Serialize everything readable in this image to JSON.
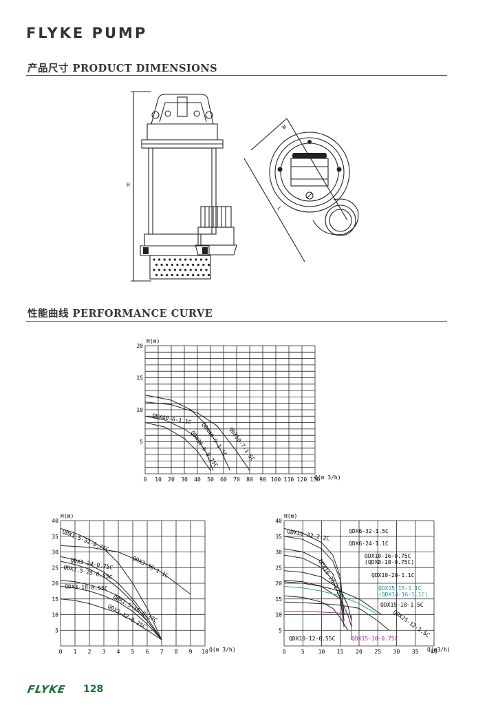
{
  "header": {
    "brand": "FLYKE PUMP"
  },
  "sections": {
    "dimensions": {
      "title": "产品尺寸  PRODUCT DIMENSIONS",
      "label_h": "H",
      "label_w": "W",
      "label_l": "L"
    },
    "performance": {
      "title": "性能曲线  PERFORMANCE CURVE"
    }
  },
  "footer": {
    "logo": "FLYKE",
    "page": "128"
  },
  "colors": {
    "accent": "#1a6e2e",
    "cyan": "#1f9aa6",
    "magenta": "#a0288c"
  },
  "chart_data": [
    {
      "type": "line",
      "x_ticks": [
        "0",
        "10",
        "20",
        "30",
        "40",
        "50",
        "60",
        "70",
        "80",
        "90",
        "100",
        "110",
        "120",
        "130"
      ],
      "x_unit": "Q(m 3/h)",
      "y_ticks": [
        "5",
        "10",
        "15",
        "20"
      ],
      "ylabel": "H(m)",
      "xlim": [
        0,
        130
      ],
      "ylim": [
        0,
        20
      ],
      "grid": true,
      "series": [
        {
          "name": "QDX40-6-1.1C",
          "x": [
            0,
            15,
            30,
            40,
            47,
            52
          ],
          "y": [
            9,
            8.4,
            7,
            5.5,
            3.2,
            0.5
          ]
        },
        {
          "name": "QDX40-9-1.5C",
          "x": [
            0,
            20,
            35,
            45,
            57,
            65
          ],
          "y": [
            12.3,
            11.5,
            10,
            8,
            4,
            0.5
          ]
        },
        {
          "name": "QDX30-6-0.75C",
          "x": [
            0,
            15,
            30,
            40,
            45,
            50
          ],
          "y": [
            8,
            7.3,
            5.5,
            3.5,
            2,
            0.5
          ]
        },
        {
          "name": "QDX50-7-1.5C",
          "x": [
            0,
            20,
            40,
            55,
            70,
            80
          ],
          "y": [
            11.2,
            10.8,
            9.5,
            7.5,
            3.5,
            0.5
          ]
        }
      ],
      "labels": [
        "QDX40-6-1.1C",
        "QDX40-9-1.5C",
        "QDX30-6-0.75C",
        "QDX50-7-1.5C"
      ]
    },
    {
      "type": "line",
      "x_ticks": [
        "0",
        "1",
        "2",
        "3",
        "4",
        "5",
        "6",
        "7",
        "8",
        "9",
        "10"
      ],
      "x_unit": "Q(m 3/h)",
      "y_ticks": [
        "5",
        "10",
        "15",
        "20",
        "25",
        "30",
        "35",
        "40"
      ],
      "ylabel": "H(m)",
      "xlim": [
        0,
        10
      ],
      "ylim": [
        0,
        40
      ],
      "grid": true,
      "series": [
        {
          "name": "QDX1.5-32-0.75C",
          "x": [
            0,
            1,
            2,
            3,
            4,
            5,
            6,
            7
          ],
          "y": [
            37.5,
            36,
            34,
            31,
            26.5,
            20,
            12,
            2
          ]
        },
        {
          "name": "QDX3-24-0.75C",
          "x": [
            0,
            1,
            2,
            3,
            4,
            5,
            6,
            7
          ],
          "y": [
            28.5,
            27.5,
            26,
            23.5,
            20,
            15,
            9,
            2
          ]
        },
        {
          "name": "QDX1.5-25-0.55C",
          "x": [
            0,
            1,
            2,
            3,
            4,
            5,
            6,
            7
          ],
          "y": [
            27,
            26,
            24.5,
            22,
            18.5,
            14,
            8,
            2
          ]
        },
        {
          "name": "QDX3-18-0.55C",
          "x": [
            0,
            1,
            2,
            3,
            4,
            5,
            6,
            7
          ],
          "y": [
            21,
            20.5,
            19.5,
            18,
            16,
            12.5,
            8,
            2
          ]
        },
        {
          "name": "QDX1.5-16-0.37C",
          "x": [
            0,
            1,
            2,
            3,
            4,
            5,
            6,
            7
          ],
          "y": [
            19,
            18.5,
            17.5,
            16,
            14,
            11,
            7,
            2
          ]
        },
        {
          "name": "QDX3-12-0.25C",
          "x": [
            0,
            1,
            2,
            3,
            4,
            5,
            6,
            7
          ],
          "y": [
            15,
            14.5,
            13.5,
            12,
            10.5,
            8,
            5,
            2
          ]
        },
        {
          "name": "QDX3-30-1.1C",
          "x": [
            0,
            2,
            4,
            6,
            7,
            8,
            9
          ],
          "y": [
            32,
            31.5,
            30,
            26,
            23.5,
            20,
            16.5
          ]
        }
      ],
      "labels": [
        "QDX1.5-32-0.75C",
        "QDX3-24-0.75C",
        "QDX1.5-25-0.55C",
        "QDX3-18-0.55C",
        "QDX1.5-16-0.37C",
        "QDX3-12-0.25C",
        "QDX3-30-1.1C"
      ]
    },
    {
      "type": "line",
      "x_ticks": [
        "0",
        "5",
        "10",
        "15",
        "20",
        "25",
        "30",
        "35",
        "40"
      ],
      "x_unit": "Q(m3/h)",
      "y_ticks": [
        "5",
        "10",
        "15",
        "20",
        "25",
        "30",
        "35",
        "40"
      ],
      "ylabel": "H(m)",
      "xlim": [
        0,
        40
      ],
      "ylim": [
        0,
        40
      ],
      "grid": true,
      "series": [
        {
          "name": "QDX10-32-2.2C",
          "x": [
            0,
            5,
            10,
            13,
            15,
            16
          ],
          "y": [
            37.5,
            36,
            33,
            29,
            22,
            10
          ]
        },
        {
          "name": "QDX6-32-1.5C",
          "x": [
            0,
            5,
            10,
            13,
            15,
            16
          ],
          "y": [
            35,
            34,
            31,
            27,
            21,
            10
          ]
        },
        {
          "name": "QDX6-24-1.1C",
          "x": [
            0,
            5,
            10,
            13,
            15,
            16
          ],
          "y": [
            31,
            30,
            27,
            23,
            17,
            8
          ]
        },
        {
          "name": "QDX10-26-1.5C",
          "x": [
            0,
            5,
            10,
            13,
            15,
            16
          ],
          "y": [
            29,
            28,
            25,
            21,
            15,
            6
          ]
        },
        {
          "name": "QDX10-16-0.75C",
          "x": [
            0,
            5,
            10,
            15,
            17,
            18
          ],
          "y": [
            21,
            20.5,
            19,
            15,
            10,
            6
          ]
        },
        {
          "name": "QDX10-20-1.1C",
          "x": [
            0,
            5,
            10,
            15,
            17,
            18
          ],
          "y": [
            24,
            23.5,
            22,
            18,
            13,
            8
          ]
        },
        {
          "name": "QDX15-15-1.1C",
          "x": [
            0,
            5,
            10,
            15,
            20,
            25
          ],
          "y": [
            19,
            18.5,
            17.5,
            16,
            13.5,
            10
          ]
        },
        {
          "name": "QDX15-18-1.5C",
          "x": [
            0,
            5,
            10,
            15,
            20,
            26
          ],
          "y": [
            20.5,
            20,
            19,
            17.5,
            15,
            10
          ]
        },
        {
          "name": "QDX25-12-1.5C",
          "x": [
            0,
            5,
            10,
            15,
            20,
            25,
            28
          ],
          "y": [
            14,
            13.8,
            13.5,
            13,
            12,
            8,
            5
          ]
        },
        {
          "name": "QDX10-12-0.55C",
          "x": [
            0,
            5,
            10,
            13,
            15,
            17
          ],
          "y": [
            16,
            15.5,
            14,
            12,
            9,
            5
          ]
        },
        {
          "name": "QDX15-10-0.75C",
          "x": [
            0,
            5,
            10,
            15,
            18,
            18
          ],
          "y": [
            11,
            11,
            10.8,
            10.5,
            10,
            2
          ]
        }
      ],
      "labels": {
        "l1": "QDX10-32-2.2C",
        "l2": "QDX6-32-1.5C",
        "l3": "QDX6-24-1.1C",
        "l4": "QDX10-16-0.75C",
        "l5": "(QDX8-18-0.75C)",
        "l6": "QDX10-26-1.5C",
        "l7": "QDX10-20-1.1C",
        "l8": "QDX15-15-1.1C",
        "l9": "(QDX14-16-1.1C)",
        "l10": "QDX15-18-1.5C",
        "l11": "QDX25-12-1.5C",
        "l12": "QDX10-12-0.55C",
        "l13": "QDX15-10-0.75C"
      }
    }
  ]
}
